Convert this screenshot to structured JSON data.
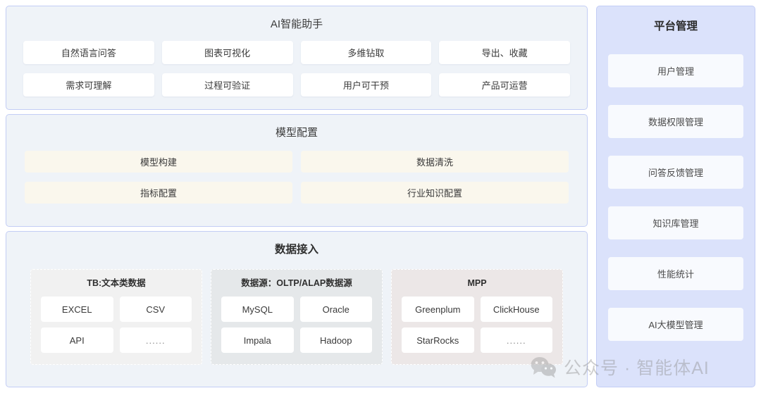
{
  "sections": {
    "ai_assistant": {
      "title": "AI智能助手",
      "tiles": [
        "自然语言问答",
        "图表可视化",
        "多维钻取",
        "导出、收藏",
        "需求可理解",
        "过程可验证",
        "用户可干预",
        "产品可运营"
      ]
    },
    "model_config": {
      "title": "模型配置",
      "tiles": [
        "模型构建",
        "数据清洗",
        "指标配置",
        "行业知识配置"
      ]
    },
    "data_access": {
      "title": "数据接入",
      "groups": [
        {
          "title": "TB:文本类数据",
          "tiles": [
            "EXCEL",
            "CSV",
            "API",
            "......"
          ]
        },
        {
          "title": "数据源：OLTP/ALAP数据源",
          "tiles": [
            "MySQL",
            "Oracle",
            "Impala",
            "Hadoop"
          ]
        },
        {
          "title": "MPP",
          "tiles": [
            "Greenplum",
            "ClickHouse",
            "StarRocks",
            "......"
          ]
        }
      ]
    }
  },
  "sidebar": {
    "title": "平台管理",
    "items": [
      "用户管理",
      "数据权限管理",
      "问答反馈管理",
      "知识库管理",
      "性能统计",
      "AI大模型管理"
    ]
  },
  "watermark": {
    "text": "公众号 · 智能体AI",
    "icon": "wechat-icon"
  },
  "colors": {
    "panel_bg": "#eff3f8",
    "panel_border": "#c3cdf5",
    "sidebar_bg": "#dbe2fb",
    "ai_tile": "#ffffff",
    "model_tile": "#faf7ed",
    "group1_bg": "#f1f1f1",
    "group2_bg": "#e5e8ea",
    "group3_bg": "#ece7e7"
  }
}
